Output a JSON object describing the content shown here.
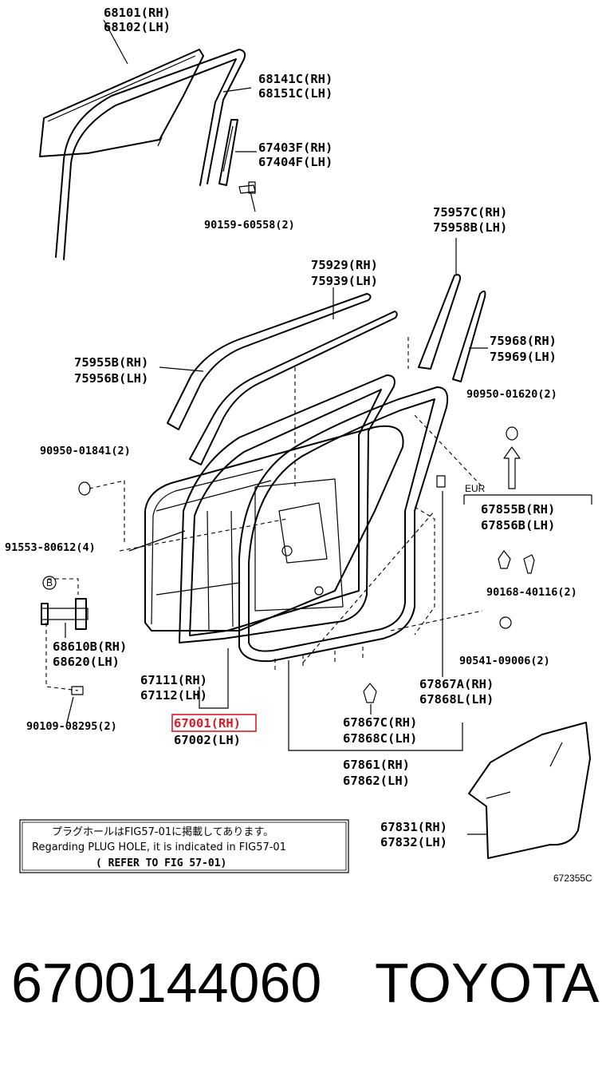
{
  "labels": {
    "glass": [
      "68101(RH)",
      "68102(LH)"
    ],
    "run": [
      "68141C(RH)",
      "68151C(LH)"
    ],
    "channel": [
      "67403F(RH)",
      "67404F(LH)"
    ],
    "channel_bolt": "90159-60558(2)",
    "pillar_garnish": [
      "75957C(RH)",
      "75958B(LH)"
    ],
    "belt_outer": [
      "75929(RH)",
      "75939(LH)"
    ],
    "belt_inner": [
      "75955B(RH)",
      "75956B(LH)"
    ],
    "pillar_tape": [
      "75968(RH)",
      "75969(LH)"
    ],
    "hole_plug_right": "90950-01620(2)",
    "hole_plug_left": "90950-01841(2)",
    "eur_tag": "EUR",
    "clip": [
      "67855B(RH)",
      "67856B(LH)"
    ],
    "screw_front": "91553-80612(4)",
    "b_marker": "B",
    "screw_clip": "90168-40116(2)",
    "check": [
      "68610B(RH)",
      "68620(LH)"
    ],
    "retainer": "90541-09006(2)",
    "door_panel": [
      "67111(RH)",
      "67112(LH)"
    ],
    "weatherstrip_a": [
      "67867A(RH)",
      "67868L(LH)"
    ],
    "check_bolt": "90109-08295(2)",
    "door_assy": [
      "67001(RH)",
      "67002(LH)"
    ],
    "weatherstrip_c": [
      "67867C(RH)",
      "67868C(LH)"
    ],
    "weatherstrip_main": [
      "67861(RH)",
      "67862(LH)"
    ],
    "service_hole_cover": [
      "67831(RH)",
      "67832(LH)"
    ]
  },
  "note": {
    "line1": "プラグホールはFIG57-01に掲載してあります。",
    "line2": "Regarding PLUG HOLE, it is indicated in FIG57-01",
    "line3": "( REFER TO FIG 57-01)"
  },
  "figure_code": "672355C",
  "part_number": "6700144060",
  "brand": "TOYOTA",
  "highlight_color": "#d81b27"
}
